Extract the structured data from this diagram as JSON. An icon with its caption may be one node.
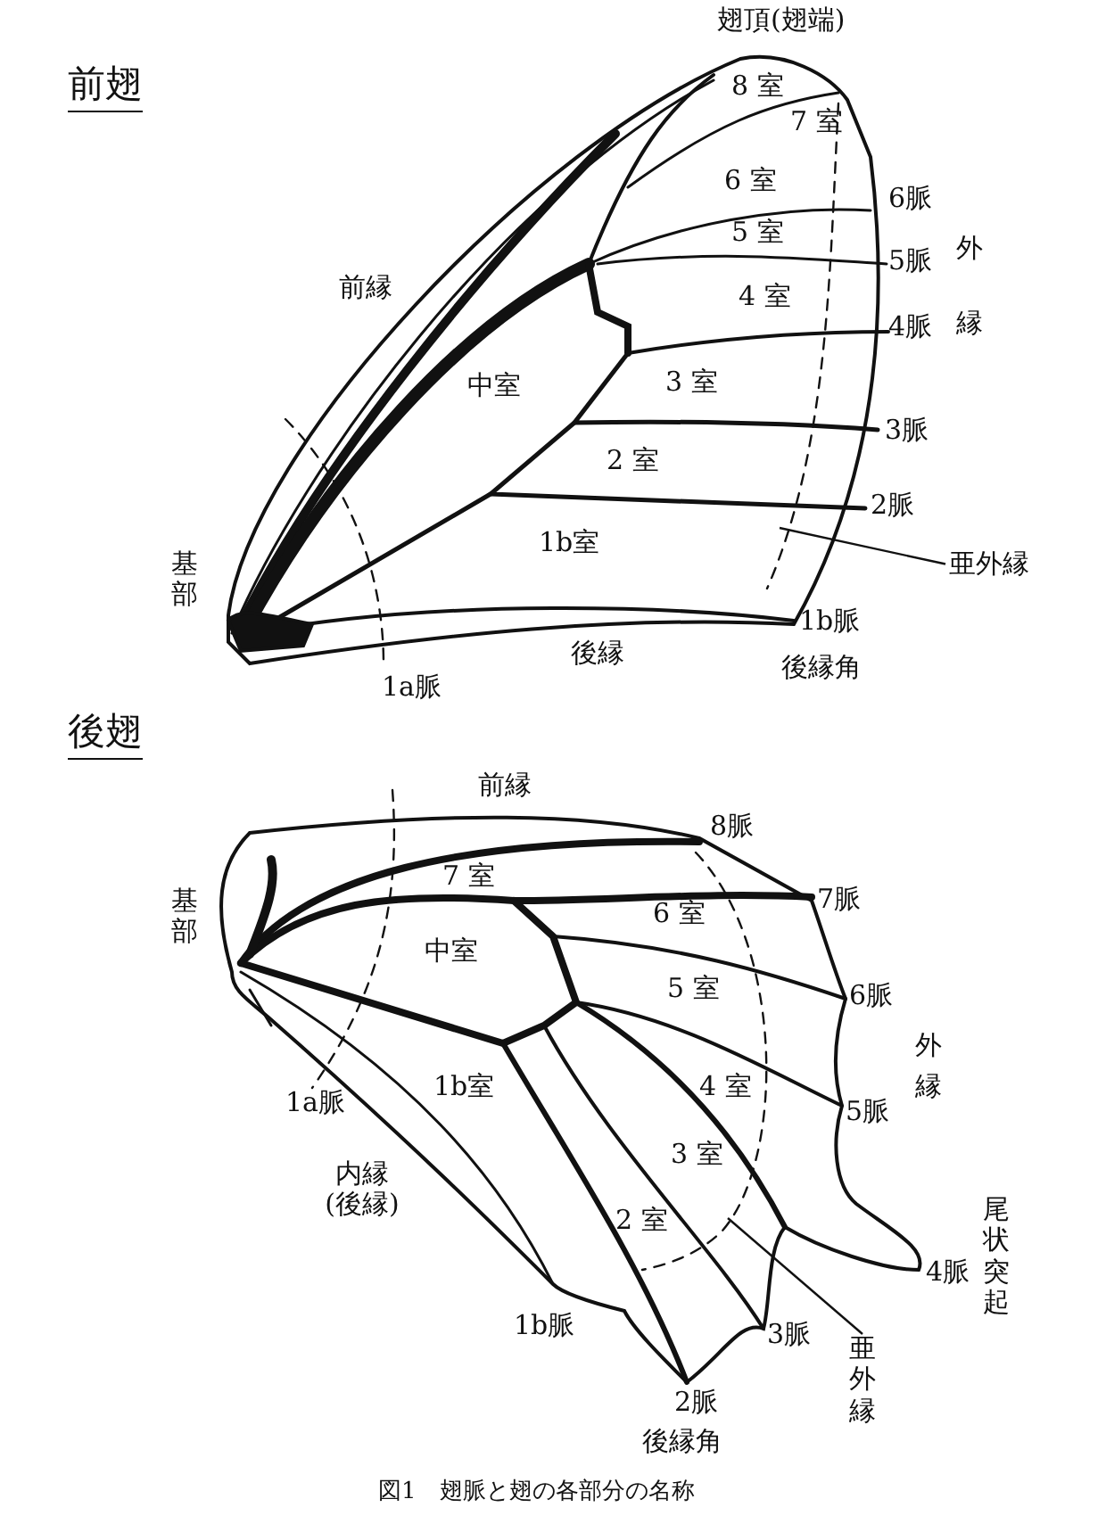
{
  "diagram": {
    "caption": "図1　翅脈と翅の各部分の名称",
    "nodes": [
      {
        "text": [
          "亜外縁"
        ]
      },
      {
        "text": [
          "亜外縁"
        ]
      }
    ],
    "edges": [
      {
        "from": 0,
        "to": null,
        "arrow": "none"
      },
      {
        "from": 1,
        "to": null,
        "arrow": "none"
      }
    ],
    "labels": [
      "前翅",
      "翅頂(翅端)",
      "8 室",
      "7 室",
      "6 室",
      "6脈",
      "外縁",
      "5 室",
      "5脈",
      "前縁",
      "4 室",
      "4脈",
      "中室",
      "3 室",
      "3脈",
      "2 室",
      "2脈",
      "1b室",
      "基部",
      "1b脈",
      "後縁",
      "後縁角",
      "1a脈",
      "後翅",
      "前縁",
      "8脈",
      "7 室",
      "基部",
      "7脈",
      "6 室",
      "中室",
      "5 室",
      "6脈",
      "外縁",
      "1b室",
      "4 室",
      "1a脈",
      "5脈",
      "3 室",
      "内縁(後縁)",
      "2 室",
      "尾状突起",
      "4脈",
      "1b脈",
      "3脈",
      "2脈",
      "後縁角"
    ]
  }
}
